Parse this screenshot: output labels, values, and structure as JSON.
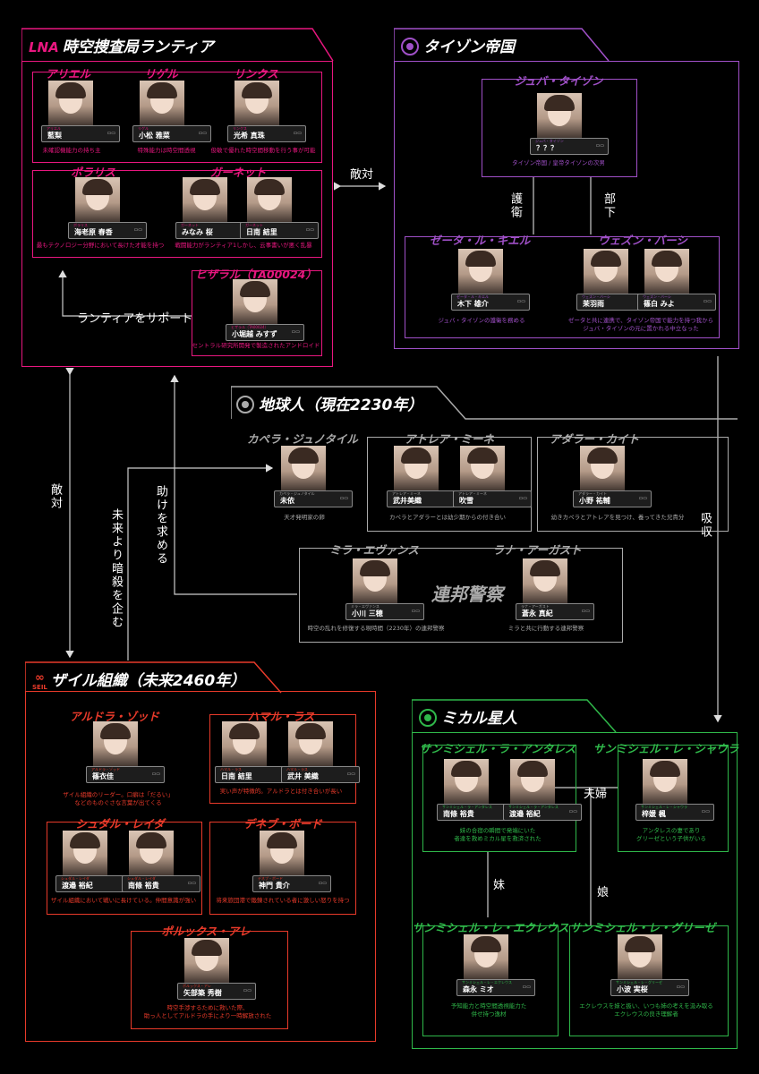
{
  "colors": {
    "lantia": "#e8177f",
    "taizon": "#a050c8",
    "earth": "#aaaaaa",
    "zail": "#e83a2a",
    "mikal": "#2fb84a"
  },
  "factions": {
    "lantia": {
      "logo": "LNA",
      "title": "時空捜査局ランティア"
    },
    "taizon": {
      "title": "タイゾン帝国"
    },
    "earth": {
      "title": "地球人（現在2230年）"
    },
    "zail": {
      "logo": "SEIL",
      "title": "ザイル組織（未来2460年）"
    },
    "mikal": {
      "title": "ミカル星人"
    }
  },
  "characters": {
    "ariel": {
      "name": "アリエル",
      "actor": "藍梨",
      "desc": "未確認機能力の持ち主"
    },
    "rigel": {
      "name": "リゲル",
      "actor": "小松 雅菜",
      "desc": "特殊能力は時空間透視"
    },
    "lynx": {
      "name": "リンクス",
      "actor": "光希 真珠",
      "desc": "俊敏で優れた時空間移動を行う事が可能"
    },
    "polaris": {
      "name": "ポラリス",
      "actor": "海老原 春香",
      "desc": "最もテクノロジー分野において長けた才能を持つ"
    },
    "garnet": {
      "name": "ガーネット",
      "actor1": "みなみ 桜",
      "actor2": "日南 結里",
      "desc": "戦闘能力がランティア1しかし、云事書いが悪く乱暴"
    },
    "hizaral": {
      "name": "ヒザラル（TA00024）",
      "actor": "小堀越 みすず",
      "desc": "セントラル研究所開発で製造されたアンドロイド"
    },
    "juba": {
      "name": "ジュバ・タイゾン",
      "actor": "？？？",
      "desc": "タイゾン帝国 / 皇帝タイゾンの次男"
    },
    "zeta": {
      "name": "ゼータ・ル・キエル",
      "actor": "木下 雄介",
      "desc": "ジュバ・タイゾンの護衛を務める"
    },
    "wezun": {
      "name": "ウェズン・バーシ",
      "actor1": "茉羽雨",
      "actor2": "篠白 みよ",
      "desc1": "ゼータと共に連携で、タイゾン帝国で能力を持つ我から",
      "desc2": "ジュバ・タイゾンの元に置かれる中立なった"
    },
    "capella": {
      "name": "カペラ・ジュノタイル",
      "actor": "未依",
      "desc": "天才発明家の卵"
    },
    "atorea": {
      "name": "アトレア・ミーネ",
      "actor1": "武井美織",
      "actor2": "吹雪",
      "desc": "カペラとアダラーとは幼少期からの付き合い"
    },
    "adara": {
      "name": "アダラー・カイト",
      "actor": "小野 祐輔",
      "desc": "幼きカペラとアトレアを見つけ、養ってきた兄貴分"
    },
    "mira": {
      "name": "ミラ・エヴァンス",
      "actor": "小川 三穂",
      "desc": "時空の乱れを修復する現時間（2230年）の連邦警察"
    },
    "rana": {
      "name": "ラナ・アーガスト",
      "actor": "蒼永 真紀",
      "desc": "ミラと共に行動する連邦警察"
    },
    "aldra": {
      "name": "アルドラ・ゾッド",
      "actor": "篠衣佳",
      "desc1": "ザイル組織のリーダー。口癖は「だるい」",
      "desc2": "などのものぐさな言葉が出てくる"
    },
    "hamal": {
      "name": "ハマル・ラス",
      "actor1": "日南 結里",
      "actor2": "武井 美織",
      "desc": "実い声が特徴的。アルドラとは付き合いが長い"
    },
    "shudal": {
      "name": "シュダル・レイダ",
      "actor1": "渡邉 裕紀",
      "actor2": "南條 裕貴",
      "desc": "ザイル組織において戦いに長けている。仲間意識が強い"
    },
    "deneb": {
      "name": "デネブ・ボード",
      "actor": "神門 貴介",
      "desc": "将来旅団港で鍛錬されている者に激しい怒りを持つ"
    },
    "pollux": {
      "name": "ポルックス・アレ",
      "actor": "矢部築 秀樹",
      "desc1": "時空手渉するために救いた際、",
      "desc2": "助っ人としてアルドラの手により一時解放された"
    },
    "antares": {
      "name": "サンミシェル・ラ・アンタレス",
      "actor1": "南條 裕貴",
      "actor2": "渡邉 裕紀",
      "desc1": "妹の合宿の瞬間で発端にいた",
      "desc2": "者達を救めミカル星を救済された"
    },
    "shaula": {
      "name": "サンミシェル・レ・シャウラ",
      "actor": "梓媛 楓",
      "desc1": "アンタレスの妻であり",
      "desc2": "グリーゼという子供がいる"
    },
    "ecleus": {
      "name": "サンミシェル・レ・エクレウス",
      "actor": "森永 ミオ",
      "desc1": "予知能力と時空間透視能力た",
      "desc2": "併せ持つ逸材"
    },
    "gliese": {
      "name": "サンミシェル・レ・グリーゼ",
      "actor": "小波 実桜",
      "desc1": "エクレウスを妹と扱い、いつも姉の考えを汲み取る",
      "desc2": "エクレウスの良き理解者"
    }
  },
  "earth_police_label": "連邦警察",
  "relations": {
    "hostile_top": "敵対",
    "support": "ランティアをサポート",
    "guard": "護衛",
    "subordinate": "部下",
    "absorb": "吸収",
    "hostile_left": "敵対",
    "seek_help": "助けを求める",
    "assassinate": "未来より暗殺を企む",
    "couple": "夫婦",
    "sister": "妹",
    "daughter": "娘"
  }
}
